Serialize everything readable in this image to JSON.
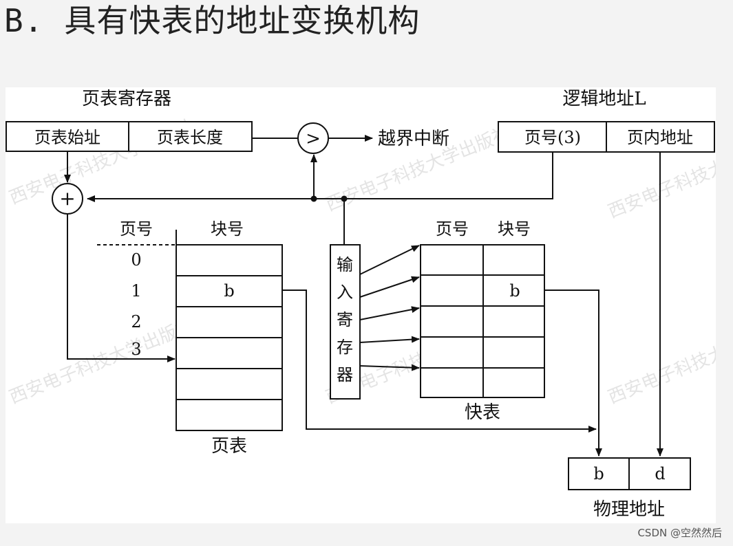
{
  "heading": {
    "prefix": "B.",
    "title": "具有快表的地址变换机构"
  },
  "labels": {
    "page_table_register": "页表寄存器",
    "pt_start": "页表始址",
    "pt_length": "页表长度",
    "compare_symbol": ">",
    "out_of_bounds": "越界中断",
    "logical_address": "逻辑地址L",
    "page_number_3": "页号(3)",
    "page_offset": "页内地址",
    "adder_symbol": "+",
    "pt_col_page": "页号",
    "pt_col_block": "块号",
    "pt_rows": [
      "0",
      "1",
      "2",
      "3"
    ],
    "pt_block_value": "b",
    "page_table": "页表",
    "input_register": [
      "输",
      "入",
      "寄",
      "存",
      "器"
    ],
    "tlb_col_page": "页号",
    "tlb_col_block": "块号",
    "tlb_block_value": "b",
    "tlb": "快表",
    "phys_b": "b",
    "phys_d": "d",
    "physical_address": "物理地址"
  },
  "watermark": "西安电子科技大学出版社",
  "credit": "CSDN @空然然后"
}
